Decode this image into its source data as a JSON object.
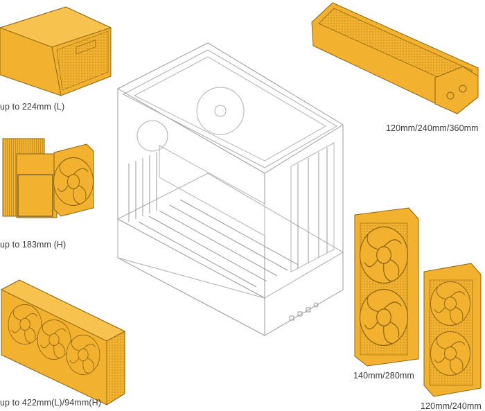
{
  "colors": {
    "component_fill": "#F2B230",
    "component_stroke": "#8A6410",
    "case_stroke": "#9a9a9a",
    "label_text": "#3a3a3a"
  },
  "labels": {
    "psu": "up to 224mm (L)",
    "cpu_cooler": "up to 183mm (H)",
    "gpu": "up to 422mm(L)/94mm(H)",
    "radiator_360": "120mm/240mm/360mm",
    "radiator_280": "140mm/280mm",
    "radiator_240": "120mm/240mm"
  }
}
